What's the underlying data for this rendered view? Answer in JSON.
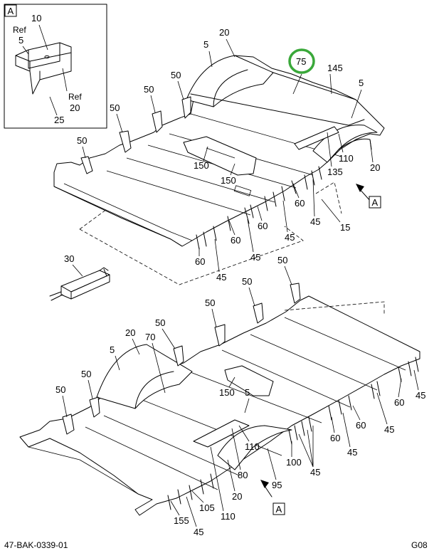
{
  "footer": {
    "drawing_id": "47-BAK-0339-01",
    "sheet": "G08"
  },
  "detail": {
    "view_tag": "A",
    "ref_label": "Ref",
    "ref5": "5",
    "ref20": "20",
    "part10": "10",
    "part25": "25"
  },
  "view_tags": {
    "upper": "A",
    "lower": "A"
  },
  "upper_labels": {
    "p20": "20",
    "p5a": "5",
    "p75": "75",
    "p145": "145",
    "p5b": "5",
    "p50a": "50",
    "p50b": "50",
    "p50c": "50",
    "p50d": "50",
    "p150a": "150",
    "p150b": "150",
    "p110": "110",
    "p135": "135",
    "p20b": "20",
    "p60a": "60",
    "p60b": "60",
    "p60c": "60",
    "p45a": "45",
    "p45b": "45",
    "p45c": "45",
    "p45d": "45",
    "p15": "15"
  },
  "part30": "30",
  "lower_labels": {
    "p50a": "50",
    "p50b": "50",
    "p50c": "50",
    "p50d": "50",
    "p50e": "50",
    "p50f": "50",
    "p20": "20",
    "p70": "70",
    "p5a": "5",
    "p5b": "5",
    "p150": "150",
    "p110a": "110",
    "p80": "80",
    "p20b": "20",
    "p110b": "110",
    "p95": "95",
    "p100": "100",
    "p45a": "45",
    "p60a": "60",
    "p45b": "45",
    "p60b": "60",
    "p45c": "45",
    "p60c": "60",
    "p45d": "45",
    "p155": "155",
    "p105": "105",
    "p45e": "45"
  },
  "highlight": {
    "part": "75",
    "color": "#3aa83a"
  }
}
